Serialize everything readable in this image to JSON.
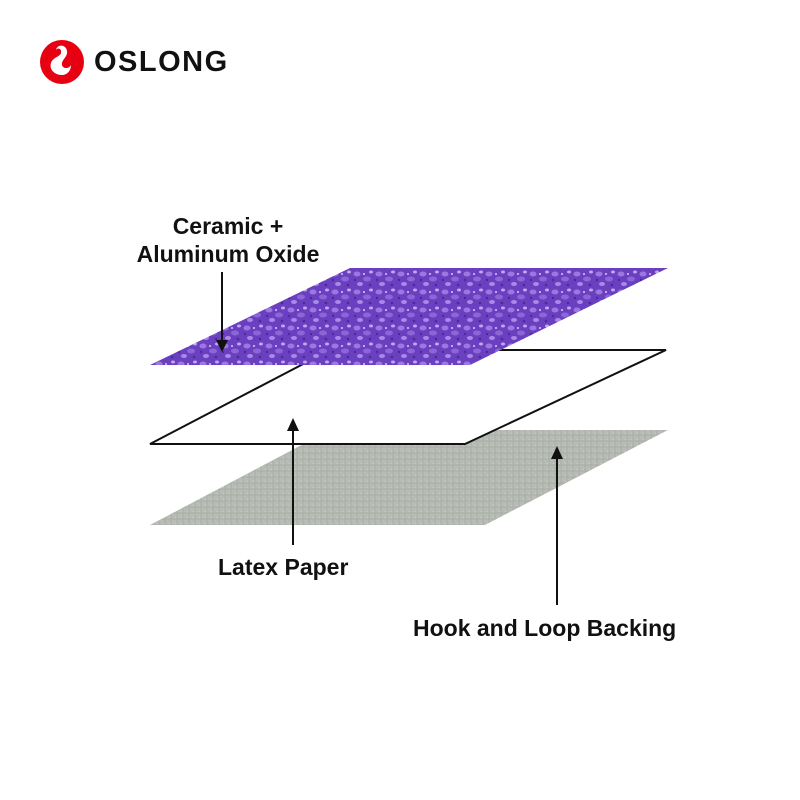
{
  "brand": {
    "name": "OSLONG",
    "logo_icon": "red-circle-swan-logo-icon",
    "accent_color": "#e60012"
  },
  "layers": [
    {
      "name": "Ceramic + Aluminum Oxide",
      "label_lines": [
        "Ceramic +",
        "Aluminum Oxide"
      ],
      "fill_color": "#6a3fc0"
    },
    {
      "name": "Latex Paper",
      "label_lines": [
        "Latex Paper"
      ],
      "fill_color": "#ffffff"
    },
    {
      "name": "Hook and Loop Backing",
      "label_lines": [
        "Hook and Loop Backing"
      ],
      "fill_color": "#b7bcb4"
    }
  ]
}
